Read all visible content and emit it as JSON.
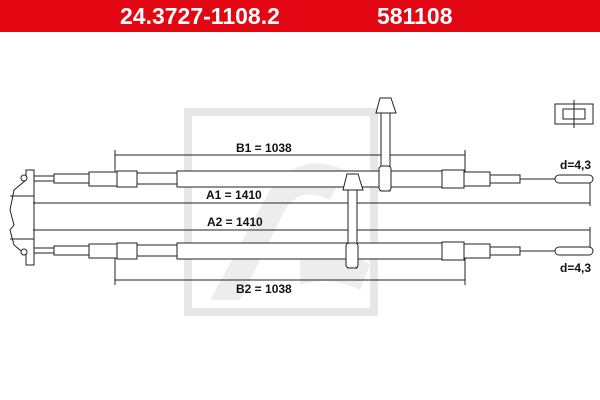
{
  "header": {
    "part_number": "24.3727-1108.2",
    "reference_number": "581108",
    "background_color": "#e30613"
  },
  "diagram": {
    "dimensions": {
      "b1": "B1 = 1038",
      "a1": "A1 = 1410",
      "a2": "A2 = 1410",
      "b2": "B2 = 1038",
      "d_top": "d=4,3",
      "d_bottom": "d=4,3"
    },
    "watermark": "ate"
  }
}
